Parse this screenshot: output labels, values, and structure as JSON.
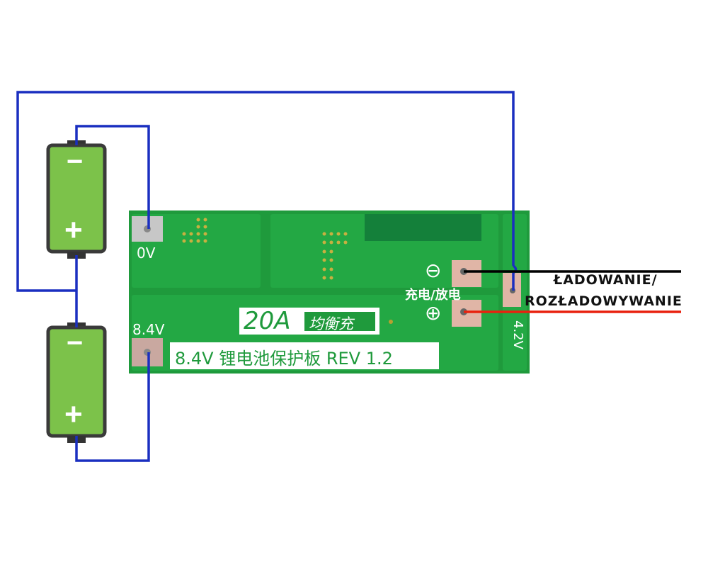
{
  "pcb": {
    "pad_0v": "0V",
    "pad_84v": "8.4V",
    "pad_42v": "4.2V",
    "current_rating": "20A",
    "balance_label": "均衡充",
    "board_title": "8.4V 锂电池保护板 REV 1.2",
    "charge_discharge": "充电/放电",
    "minus_symbol": "⊖",
    "plus_symbol": "⊕"
  },
  "batteries": [
    {
      "minus": "−",
      "plus": "+"
    },
    {
      "minus": "−",
      "plus": "+"
    }
  ],
  "labels": {
    "line1": "ŁADOWANIE/",
    "line2": "ROZŁADOWYWANIE"
  },
  "colors": {
    "wire": "#1a2fc0",
    "pcb": "#1f9a3c",
    "battery": "#7cc24a",
    "negative_lead": "#000000",
    "positive_lead": "#e8220f"
  }
}
